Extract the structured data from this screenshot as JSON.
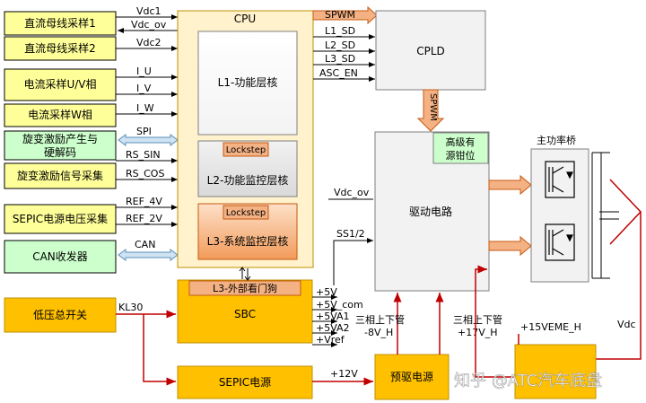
{
  "left_blocks": [
    {
      "label": "直流母线采样1",
      "signal": "Vdc1"
    },
    {
      "label": "直流母线采样2",
      "signal": "Vdc2"
    },
    {
      "label": "电流采样U/V相",
      "signals": [
        "I_U",
        "I_V"
      ]
    },
    {
      "label": "电流采样W相",
      "signal": "I_W"
    },
    {
      "label": "旋变激励产生与硬解码",
      "label_line1": "旋变激励产生与",
      "label_line2": "硬解码",
      "signal": "SPI"
    },
    {
      "label": "旋变激励信号采集",
      "signal": "RS_SIN",
      "signal2": "RS_COS"
    },
    {
      "label": "SEPIC电源电压采集",
      "signal": "REF_4V",
      "signal2": "REF_2V"
    },
    {
      "label": "CAN收发器",
      "signal": "CAN"
    }
  ],
  "signals": {
    "vdc_ov_top": "Vdc_ov",
    "spwm": "SPWM",
    "l1_sd": "L1_SD",
    "l2_sd": "L2_SD",
    "l3_sd": "L3_SD",
    "asc_en": "ASC_EN",
    "spwm_vertical": "SPWM",
    "vdc_ov_driver": "Vdc_ov",
    "ss": "SS1/2",
    "kl30": "KL30",
    "v12": "+12V",
    "v15veme": "+15VEME_H",
    "vdc": "Vdc"
  },
  "cpu": {
    "title": "CPU",
    "l1": "L1-功能层核",
    "lockstep": "Lockstep",
    "l2": "L2-功能监控层核",
    "l3": "L3-系统监控层核"
  },
  "cpld": "CPLD",
  "driver": {
    "title": "驱动电路",
    "active_clamp_line1": "高级有",
    "active_clamp_line2": "源钳位"
  },
  "power_bridge": "主功率桥",
  "sbc": {
    "watchdog": "L3-外部看门狗",
    "title": "SBC",
    "outputs": [
      "+5V",
      "+5V_com",
      "+5VA1",
      "+5VA2",
      "+Vref"
    ]
  },
  "low_voltage_switch": "低压总开关",
  "sepic": "SEPIC电源",
  "pre_driver": "预驱电源",
  "neg_rail": {
    "line1": "三相上下管",
    "line2": "-8V_H"
  },
  "pos_rail": {
    "line1": "三相上下管",
    "line2": "+17V_H"
  },
  "watermark": "知乎 @ATC汽车底盘",
  "colors": {
    "yellow": "#ffff99",
    "green_fill": "#ccffcc",
    "orange": "#ffc000",
    "cpu_fill": "#fff2cc",
    "light_arrow": "#cfe3f3",
    "orange_arrow": "#f4b183",
    "red_line": "#c00000"
  }
}
